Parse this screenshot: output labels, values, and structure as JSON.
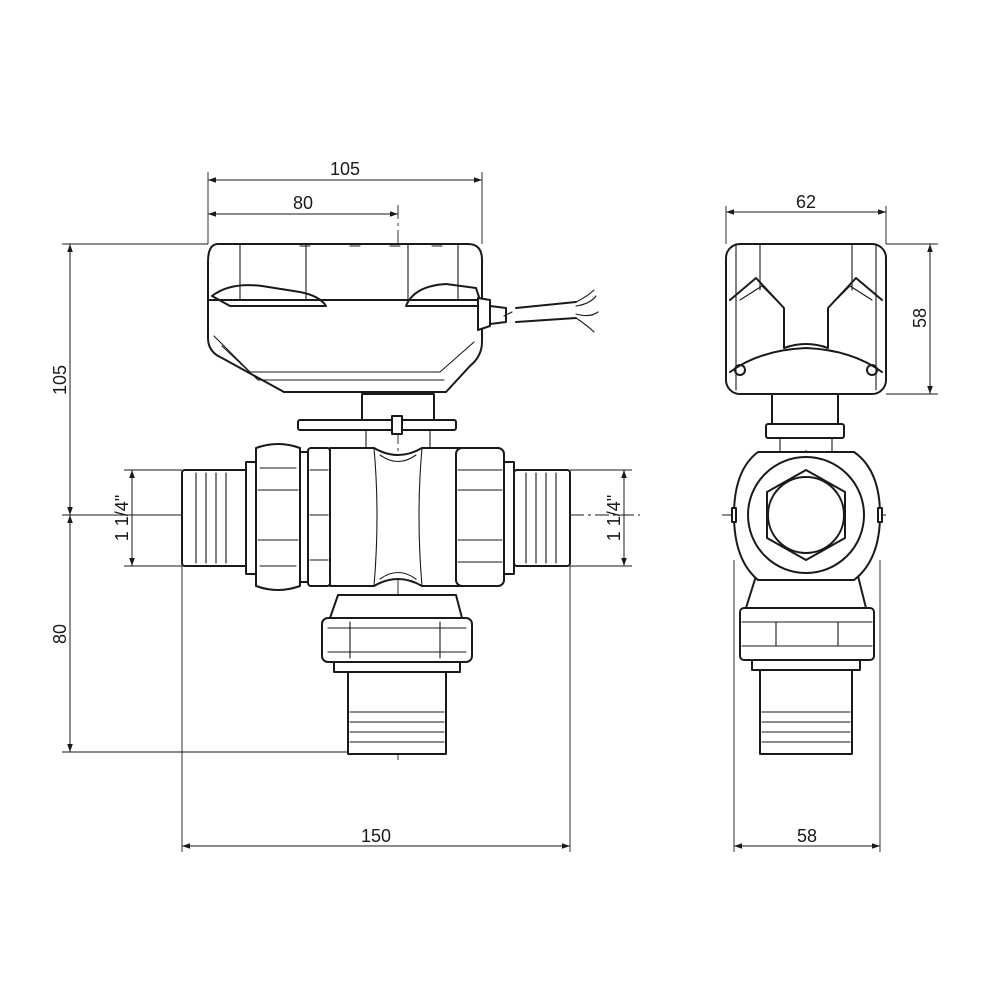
{
  "drawing": {
    "front_view": {
      "dim_actuator_width": "105",
      "dim_actuator_axis": "80",
      "dim_total_height": "105",
      "dim_lower_height": "80",
      "dim_total_length": "150",
      "dim_thread_left": "1 1/4\"",
      "dim_thread_right": "1 1/4\""
    },
    "side_view": {
      "dim_actuator_depth": "62",
      "dim_actuator_height": "58",
      "dim_body_width": "58"
    }
  }
}
